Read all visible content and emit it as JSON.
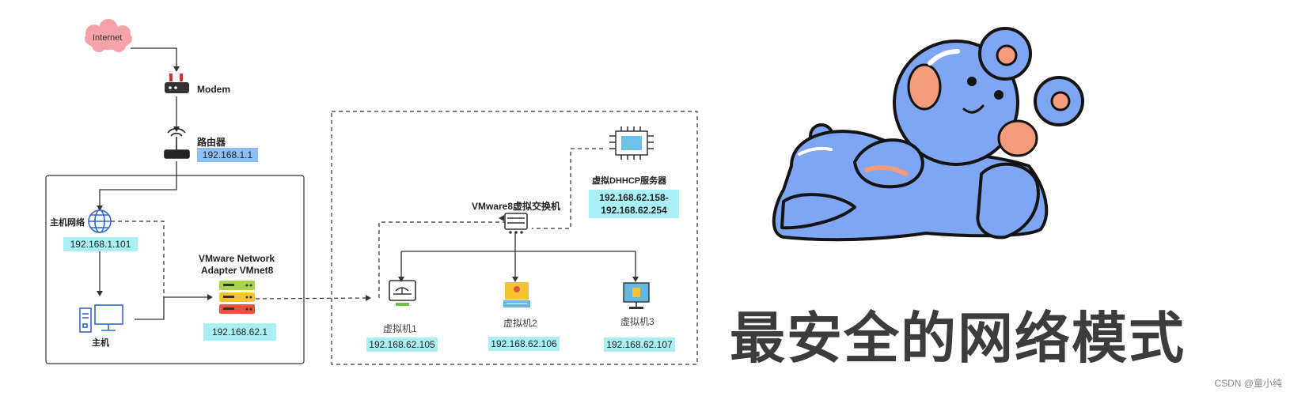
{
  "nodes": {
    "internet": "Internet",
    "modem": "Modem",
    "router": "路由器",
    "router_ip": "192.168.1.1",
    "host_network": "主机网络",
    "host_network_ip": "192.168.1.101",
    "host": "主机",
    "adapter_line1": "VMware Network",
    "adapter_line2": "Adapter VMnet8",
    "adapter_ip": "192.168.62.1",
    "switch": "VMware8虚拟交换机",
    "dhcp": "虚拟DHHCP服务器",
    "dhcp_range_line1": "192.168.62.158-",
    "dhcp_range_line2": "192.168.62.254",
    "vm1": "虚拟机1",
    "vm1_ip": "192.168.62.105",
    "vm2": "虚拟机2",
    "vm2_ip": "192.168.62.106",
    "vm3": "虚拟机3",
    "vm3_ip": "192.168.62.107"
  },
  "slogan": "最安全的网络模式",
  "watermark": "CSDN @童小纯",
  "colors": {
    "cloud": "#f5a3a8",
    "ip_box": "#a8f0f6",
    "router_ip_box": "#8cc0f5",
    "bear_body": "#7fa6f2",
    "bear_cheek": "#f59a7a",
    "slogan": "#3c3c3c"
  }
}
